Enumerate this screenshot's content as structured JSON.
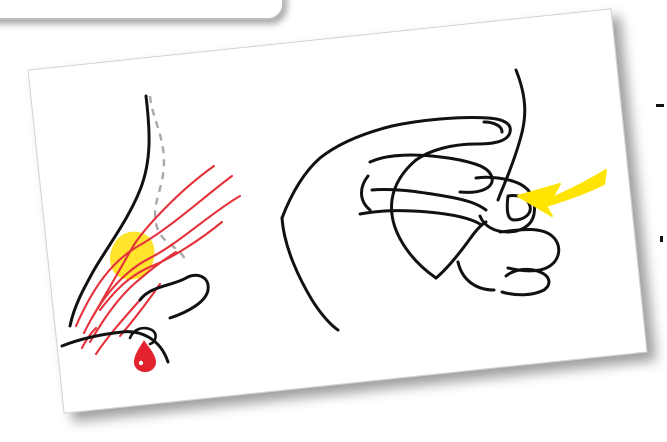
{
  "image": {
    "kind": "first-aid illustration card",
    "panels": [
      {
        "name": "nose-blood-vessels",
        "elements": [
          "nose-outline-icon",
          "blood-vessels-icon",
          "bleeding-area-highlight",
          "blood-drop-icon"
        ]
      },
      {
        "name": "pinch-nose-technique",
        "elements": [
          "hand-icon",
          "nose-outline-icon",
          "pressure-arrow-icon"
        ]
      }
    ],
    "colors": {
      "vessel": "#e5313a",
      "highlight": "#ffe11a",
      "arrow": "#ffe400",
      "blood": "#e2232e",
      "outline": "#111111",
      "cartilage": "#a6a6a6"
    }
  }
}
